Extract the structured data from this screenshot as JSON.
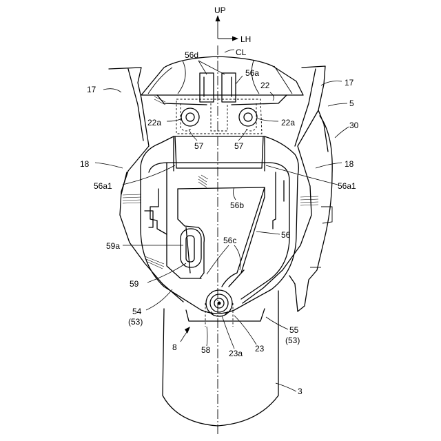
{
  "axes": {
    "up": "UP",
    "lh": "LH",
    "cl": "CL"
  },
  "labels": {
    "n3": "3",
    "n5": "5",
    "n8": "8",
    "n17_left": "17",
    "n17_right": "17",
    "n18_left": "18",
    "n18_right": "18",
    "n22": "22",
    "n22a_left": "22a",
    "n22a_right": "22a",
    "n23": "23",
    "n23a": "23a",
    "n30": "30",
    "n54": "54",
    "n54_sub": "(53)",
    "n55": "55",
    "n55_sub": "(53)",
    "n56": "56",
    "n56a": "56a",
    "n56a1_left": "56a1",
    "n56a1_right": "56a1",
    "n56b": "56b",
    "n56c": "56c",
    "n56d": "56d",
    "n57_left": "57",
    "n57_right": "57",
    "n58": "58",
    "n59": "59",
    "n59a": "59a"
  }
}
